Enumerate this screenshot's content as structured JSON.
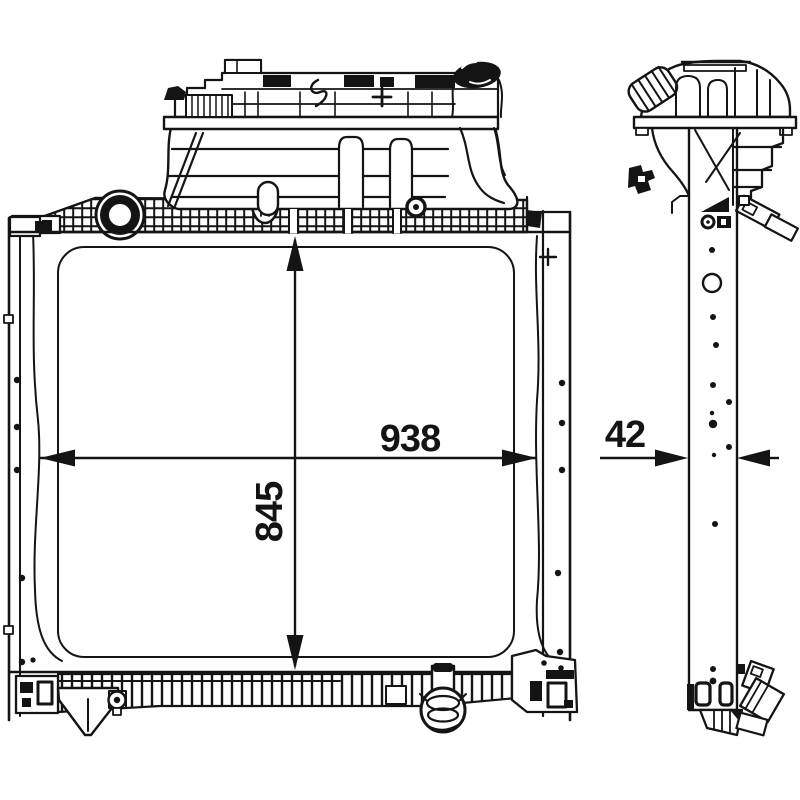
{
  "drawing": {
    "background_color": "#ffffff",
    "line_color": "#141414",
    "dimensions": {
      "width": "938",
      "core_height": "845",
      "depth": "42"
    }
  }
}
